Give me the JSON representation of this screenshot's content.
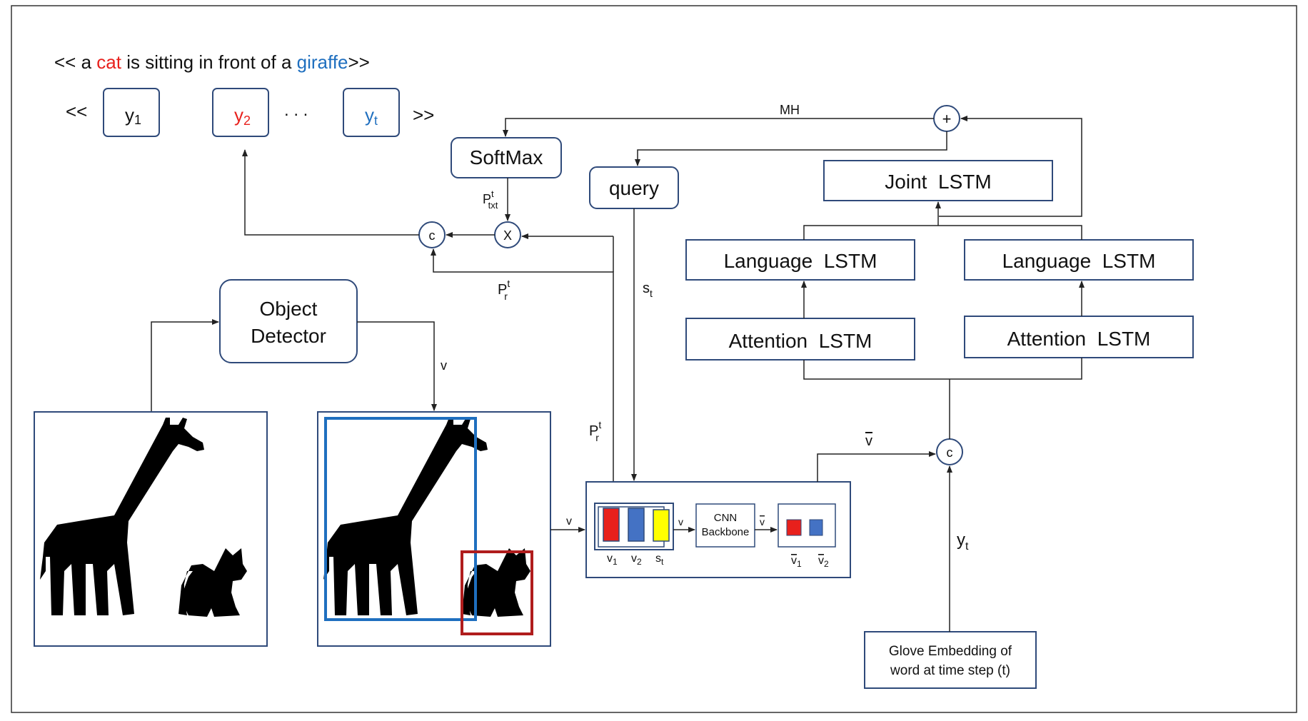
{
  "caption": {
    "prefix": "<< a ",
    "word1": "cat",
    "middle": " is sitting in front of a ",
    "word2": "giraffe",
    "suffix": ">>"
  },
  "sequence": {
    "open": "<<",
    "y1": "y",
    "y1_sub": "1",
    "y2": "y",
    "y2_sub": "2",
    "dots": ". . .",
    "yt": "y",
    "yt_sub": "t",
    "close": ">>"
  },
  "boxes": {
    "softmax": "SoftMax",
    "query": "query",
    "joint_lstm": "Joint  LSTM",
    "language_lstm_1": "Language  LSTM",
    "language_lstm_2": "Language  LSTM",
    "attention_lstm_1": "Attention  LSTM",
    "attention_lstm_2": "Attention  LSTM",
    "object_detector_l1": "Object",
    "object_detector_l2": "Detector",
    "cnn_l1": "CNN",
    "cnn_l2": "Backbone",
    "glove_l1": "Glove Embedding of",
    "glove_l2": "word at time step (t)"
  },
  "operators": {
    "plus": "+",
    "times": "X",
    "concat_top": "c",
    "concat_bottom": "c"
  },
  "labels": {
    "mh": "MH",
    "p_txt": "P",
    "p_txt_sup": "t",
    "p_txt_sub": "txt",
    "p_r": "P",
    "p_r_sup": "t",
    "p_r_sub": "r",
    "s_t": "s",
    "s_t_sub": "t",
    "v": "v",
    "v_bar": "v",
    "y_t": "y",
    "y_t_sub": "t",
    "v1": "v",
    "v1_sub": "1",
    "v2": "v",
    "v2_sub": "2",
    "st_small": "s",
    "st_small_sub": "t",
    "vbar1": "v",
    "vbar1_sub": "1",
    "vbar2": "v",
    "vbar2_sub": "2"
  },
  "colors": {
    "red": "#e8201c",
    "blue": "#1f6fbf",
    "bar_blue": "#4472c4",
    "yellow": "#ffff00",
    "detect_blue": "#1f6fbf",
    "detect_red": "#b01d1d",
    "box_border": "#2f4a7a"
  }
}
